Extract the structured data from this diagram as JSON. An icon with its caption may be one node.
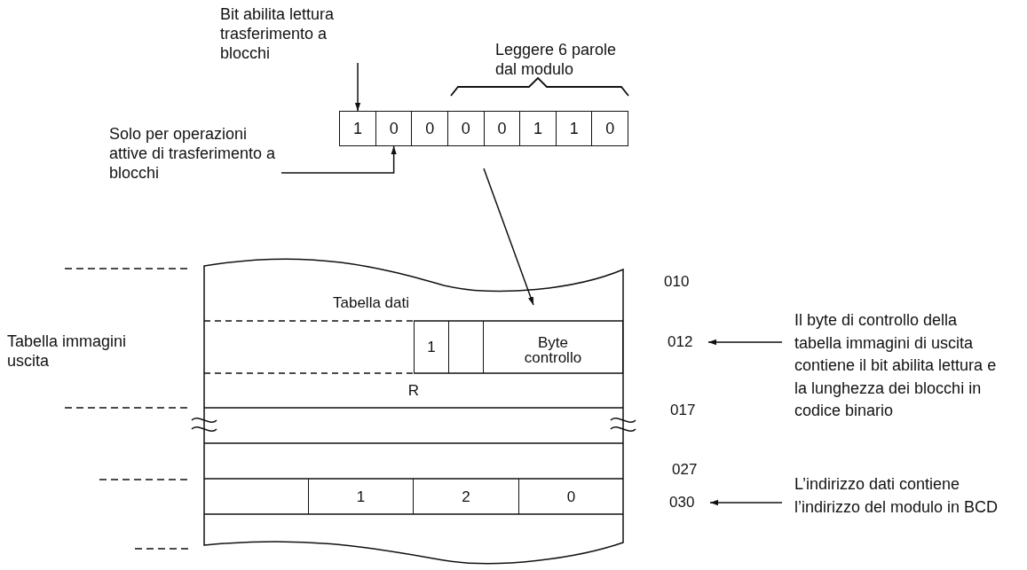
{
  "diagram": {
    "nodes": [
      {
        "text": [
          "Bit abilita lettura trasferimento a blocchi"
        ]
      },
      {
        "text": [
          "1"
        ]
      },
      {
        "text": [
          "0"
        ]
      },
      {
        "text": [
          "0"
        ]
      },
      {
        "text": [
          "0"
        ]
      },
      {
        "text": [
          "0"
        ]
      },
      {
        "text": [
          "1"
        ]
      },
      {
        "text": [
          "1"
        ]
      },
      {
        "text": [
          "0"
        ]
      },
      {
        "text": [
          "Solo per operazioni attive di trasferimento a blocchi"
        ]
      },
      {
        "text": [
          "Tabella dati"
        ]
      },
      {
        "text": [
          "1"
        ],
        "in": 10
      },
      {
        "text": [],
        "shape": "box",
        "in": 10
      },
      {
        "text": [
          "Byte controllo"
        ],
        "in": 10
      },
      {
        "text": [
          "R"
        ],
        "in": 10
      },
      {
        "text": [],
        "shape": "box",
        "in": 10
      },
      {
        "text": [
          "1"
        ],
        "in": 10
      },
      {
        "text": [
          "2"
        ],
        "in": 10
      },
      {
        "text": [
          "0"
        ],
        "in": 10
      },
      {
        "text": [
          "012"
        ]
      },
      {
        "text": [
          "Il byte di controllo della tabella immagini di uscita contiene il bit abilita lettura e la lunghezza dei blocchi in codice binario"
        ]
      },
      {
        "text": [
          "030"
        ]
      },
      {
        "text": [
          "L’indirizzo dati contiene l’indirizzo del modulo in BCD"
        ]
      }
    ],
    "edges": [
      {
        "from": 0,
        "to": 1,
        "arrow": "to"
      },
      {
        "from": 9,
        "to": 2,
        "arrow": "to"
      },
      {
        "from": null,
        "to": 13,
        "arrow": "to"
      },
      {
        "from": 20,
        "to": 19,
        "arrow": "to"
      },
      {
        "from": 22,
        "to": 21,
        "arrow": "to"
      }
    ],
    "labels": [
      "Leggere 6 parole dal modulo",
      "010",
      "Tabella immagini uscita",
      "017",
      "027"
    ]
  }
}
